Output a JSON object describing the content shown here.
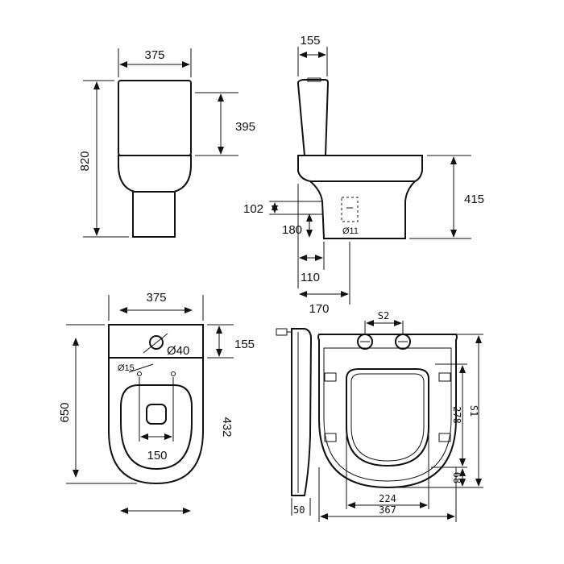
{
  "drawing": {
    "front_view": {
      "width": "375",
      "height_total": "820",
      "cistern_height": "395"
    },
    "side_view": {
      "cistern_depth": "155",
      "seat_height": "415",
      "outlet_height": "102",
      "outlet_offset": "180",
      "outlet_diameter": "Ø11",
      "distance_to_wall": "110",
      "outlet_center": "170"
    },
    "top_view": {
      "width": "375",
      "cistern_depth": "155",
      "overall_depth": "650",
      "bowl_depth": "432",
      "flush_hole": "Ø40",
      "fixing_holes": "Ø15",
      "pan_width": "150"
    },
    "seat_view": {
      "hinge_spacing": "S2",
      "overall_length": "S1",
      "inner_length": "278",
      "front_offset": "68",
      "inner_width": "224",
      "overall_width": "367",
      "thickness": "50"
    }
  }
}
